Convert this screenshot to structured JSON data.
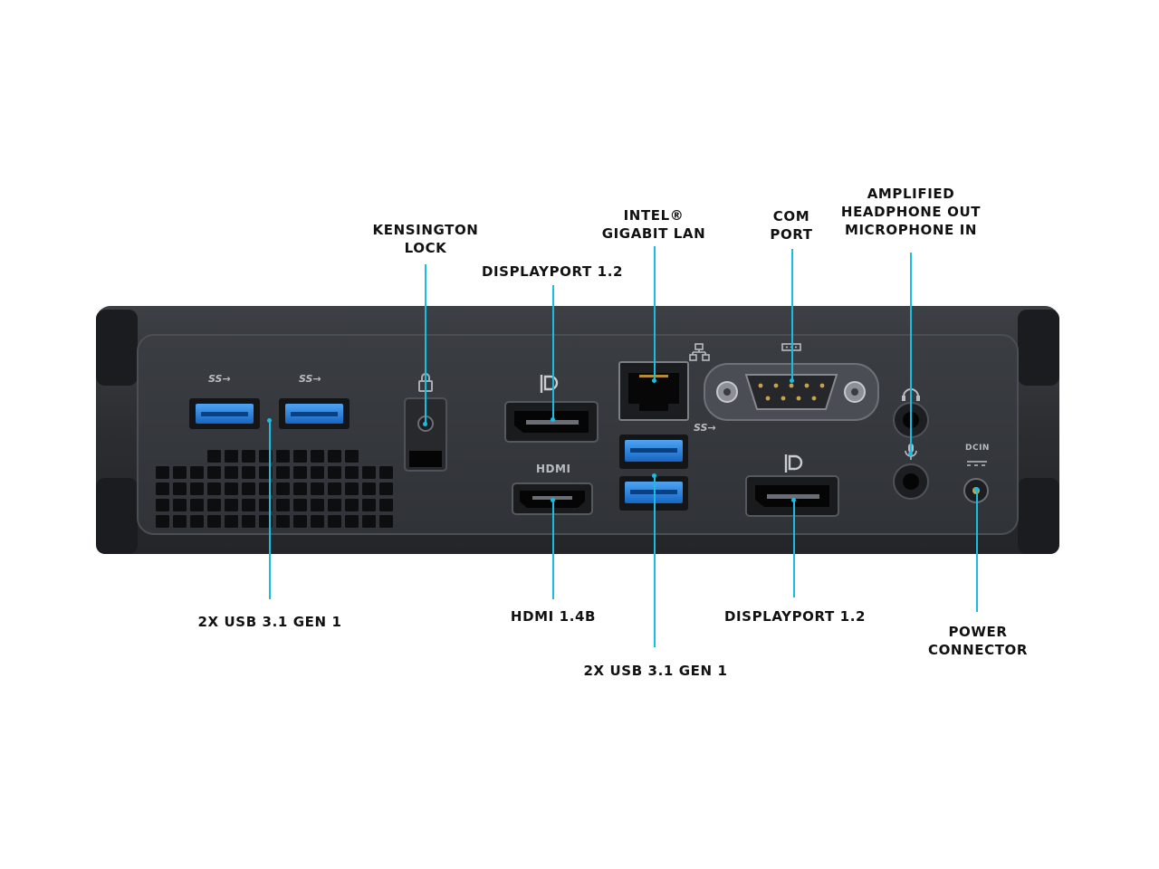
{
  "annotations": {
    "kensington": [
      "KENSINGTON",
      "LOCK"
    ],
    "displayport_top": [
      "DISPLAYPORT 1.2"
    ],
    "lan": [
      "INTEL®",
      "GIGABIT LAN"
    ],
    "com": [
      "COM",
      "PORT"
    ],
    "audio": [
      "AMPLIFIED",
      "HEADPHONE OUT",
      "MICROPHONE IN"
    ],
    "usb_left": [
      "2X USB 3.1 GEN 1"
    ],
    "hdmi": [
      "HDMI 1.4B"
    ],
    "usb_center": [
      "2X USB 3.1 GEN 1"
    ],
    "displayport_bottom": [
      "DISPLAYPORT 1.2"
    ],
    "power": [
      "POWER",
      "CONNECTOR"
    ]
  },
  "device_markings": {
    "hdmi": "HDMI",
    "dcin": "DCIN",
    "ss_usb": "SS"
  },
  "colors": {
    "accent": "#19bde3",
    "chassis": "#2f3236",
    "usb_blue": "#1f86e8"
  },
  "icons": [
    "lock-icon",
    "displayport-icon",
    "network-icon",
    "serial-icon",
    "headphone-icon",
    "microphone-icon",
    "superspeed-usb-icon"
  ]
}
